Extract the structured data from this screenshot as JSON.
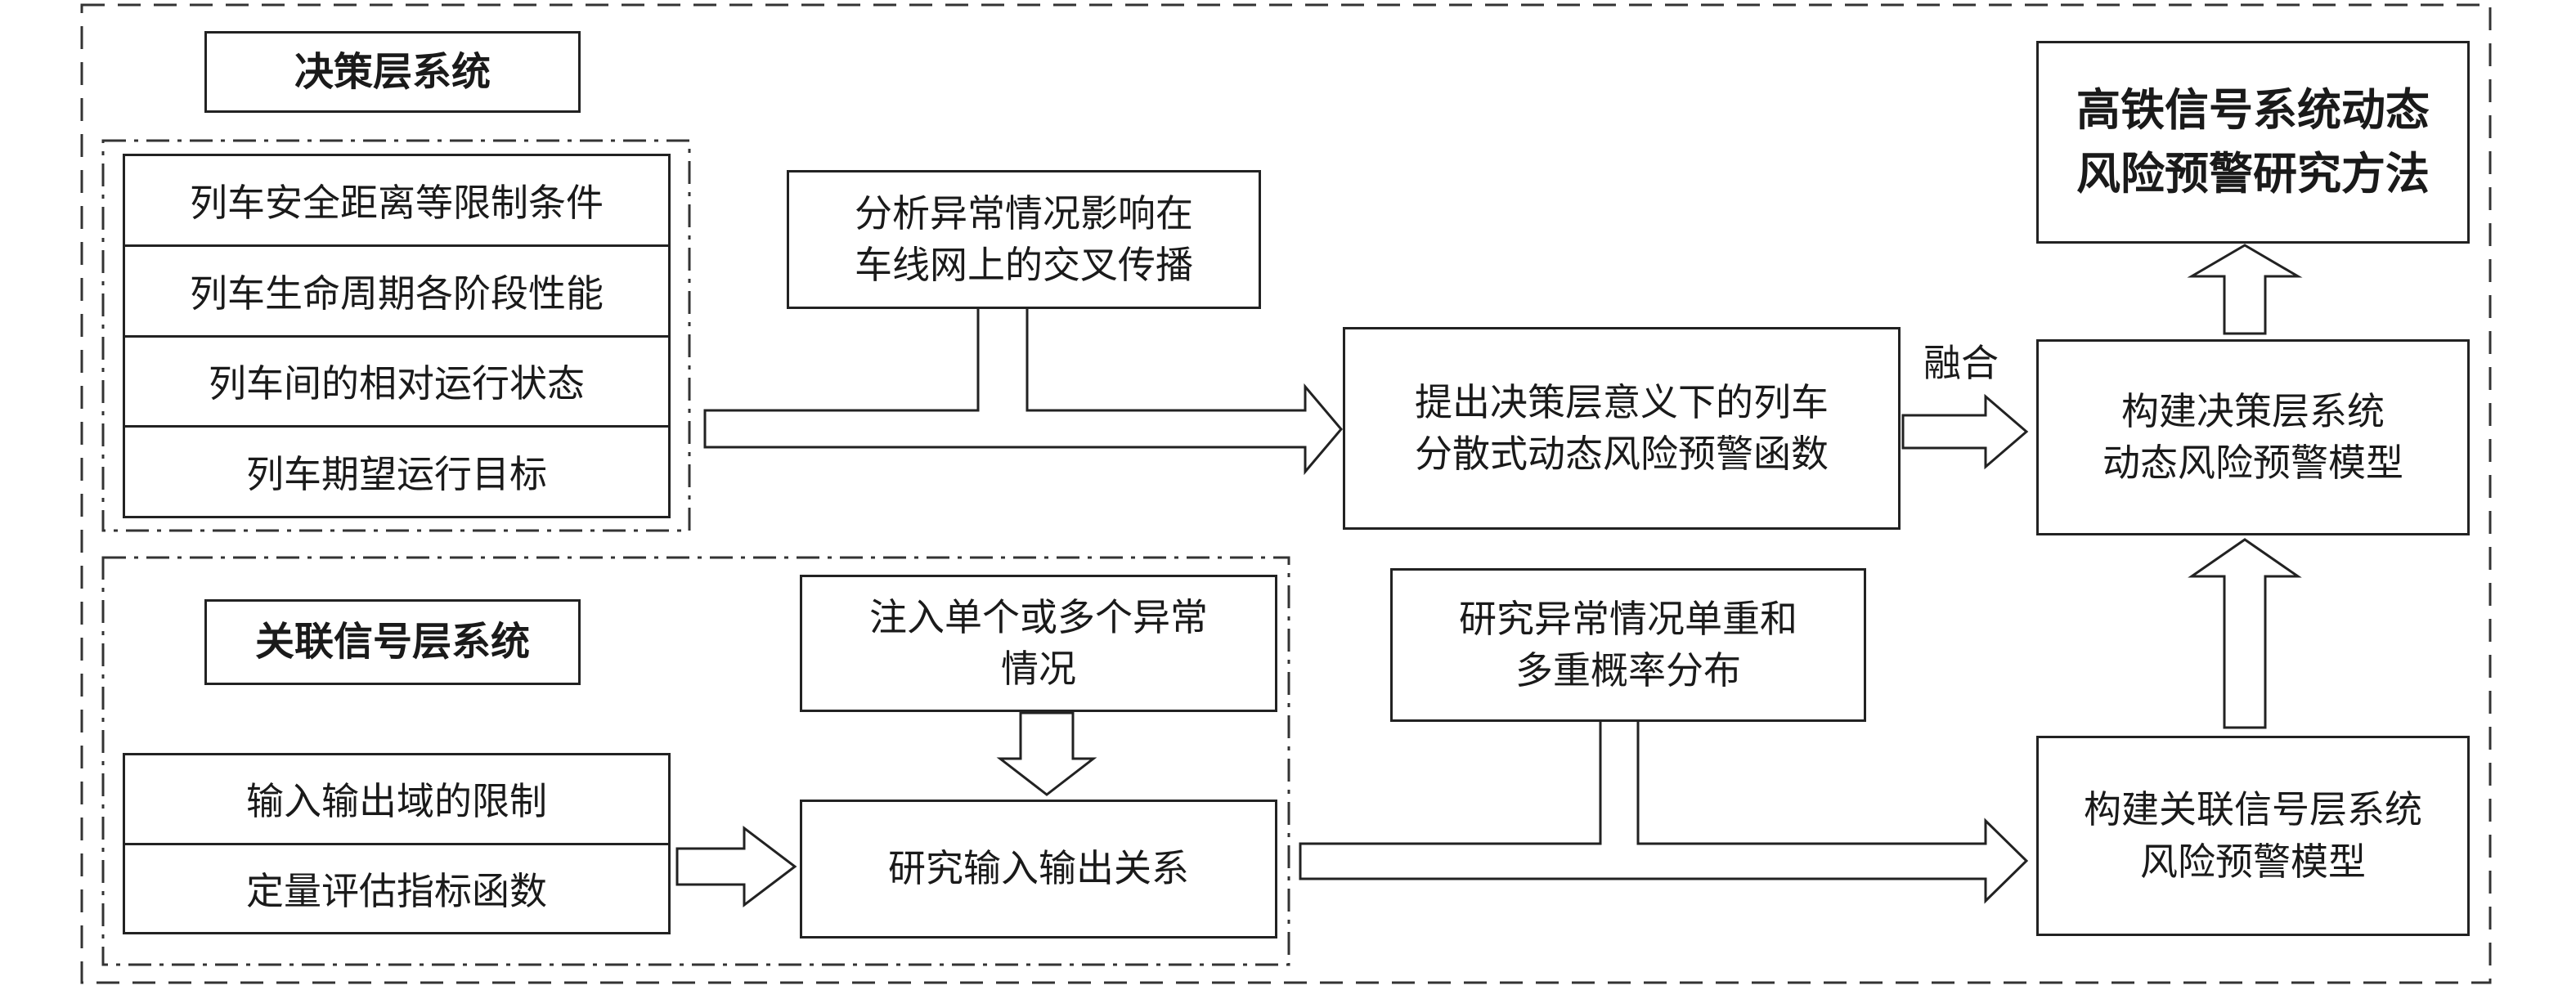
{
  "decision_layer": {
    "title": "决策层系统",
    "items": [
      "列车安全距离等限制条件",
      "列车生命周期各阶段性能",
      "列车间的相对运行状态",
      "列车期望运行目标"
    ]
  },
  "signal_layer": {
    "title": "关联信号层系统",
    "items": [
      "输入输出域的限制",
      "定量评估指标函数"
    ]
  },
  "nodes": {
    "analyze": "分析异常情况影响在\n车线网上的交叉传播",
    "propose": "提出决策层意义下的列车\n分散式动态风险预警函数",
    "inject": "注入单个或多个异常\n情况",
    "io_relation": "研究输入输出关系",
    "probability": "研究异常情况单重和\n多重概率分布",
    "decision_model": "构建决策层系统\n动态风险预警模型",
    "signal_model": "构建关联信号层系统\n风险预警模型",
    "final": "高铁信号系统动态\n风险预警研究方法"
  },
  "edge_labels": {
    "fusion": "融合"
  }
}
